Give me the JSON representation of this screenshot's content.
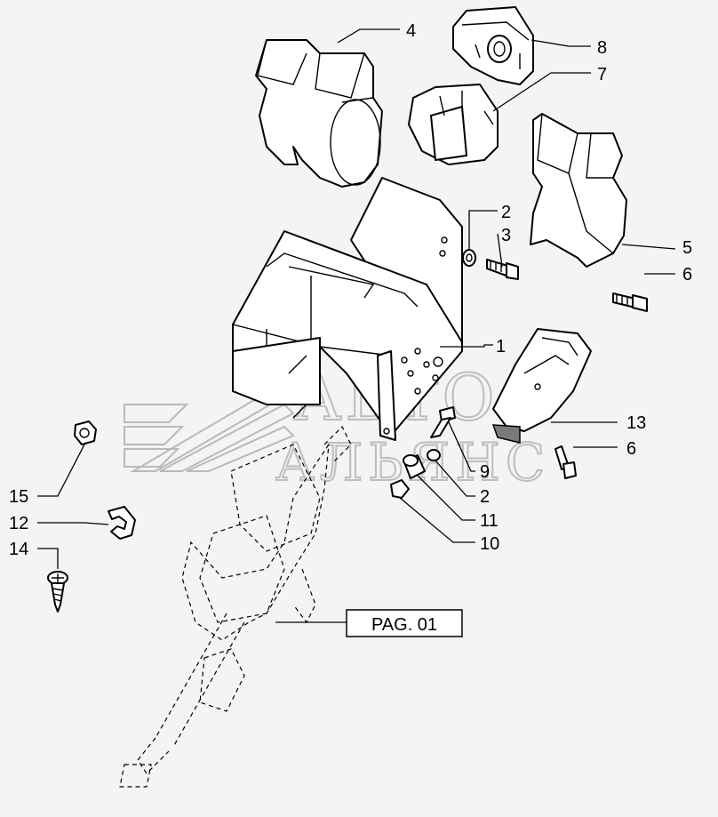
{
  "watermark": {
    "line1": "АВТО",
    "line2": "АЛЬЯНС"
  },
  "reference_box": {
    "label": "PAG. 01"
  },
  "callouts": [
    {
      "id": "c1",
      "text": "1"
    },
    {
      "id": "c2a",
      "text": "2"
    },
    {
      "id": "c2b",
      "text": "2"
    },
    {
      "id": "c3",
      "text": "3"
    },
    {
      "id": "c4",
      "text": "4"
    },
    {
      "id": "c5",
      "text": "5"
    },
    {
      "id": "c6a",
      "text": "6"
    },
    {
      "id": "c6b",
      "text": "6"
    },
    {
      "id": "c7",
      "text": "7"
    },
    {
      "id": "c8",
      "text": "8"
    },
    {
      "id": "c9",
      "text": "9"
    },
    {
      "id": "c10",
      "text": "10"
    },
    {
      "id": "c11",
      "text": "11"
    },
    {
      "id": "c12",
      "text": "12"
    },
    {
      "id": "c13",
      "text": "13"
    },
    {
      "id": "c14",
      "text": "14"
    },
    {
      "id": "c15",
      "text": "15"
    }
  ]
}
